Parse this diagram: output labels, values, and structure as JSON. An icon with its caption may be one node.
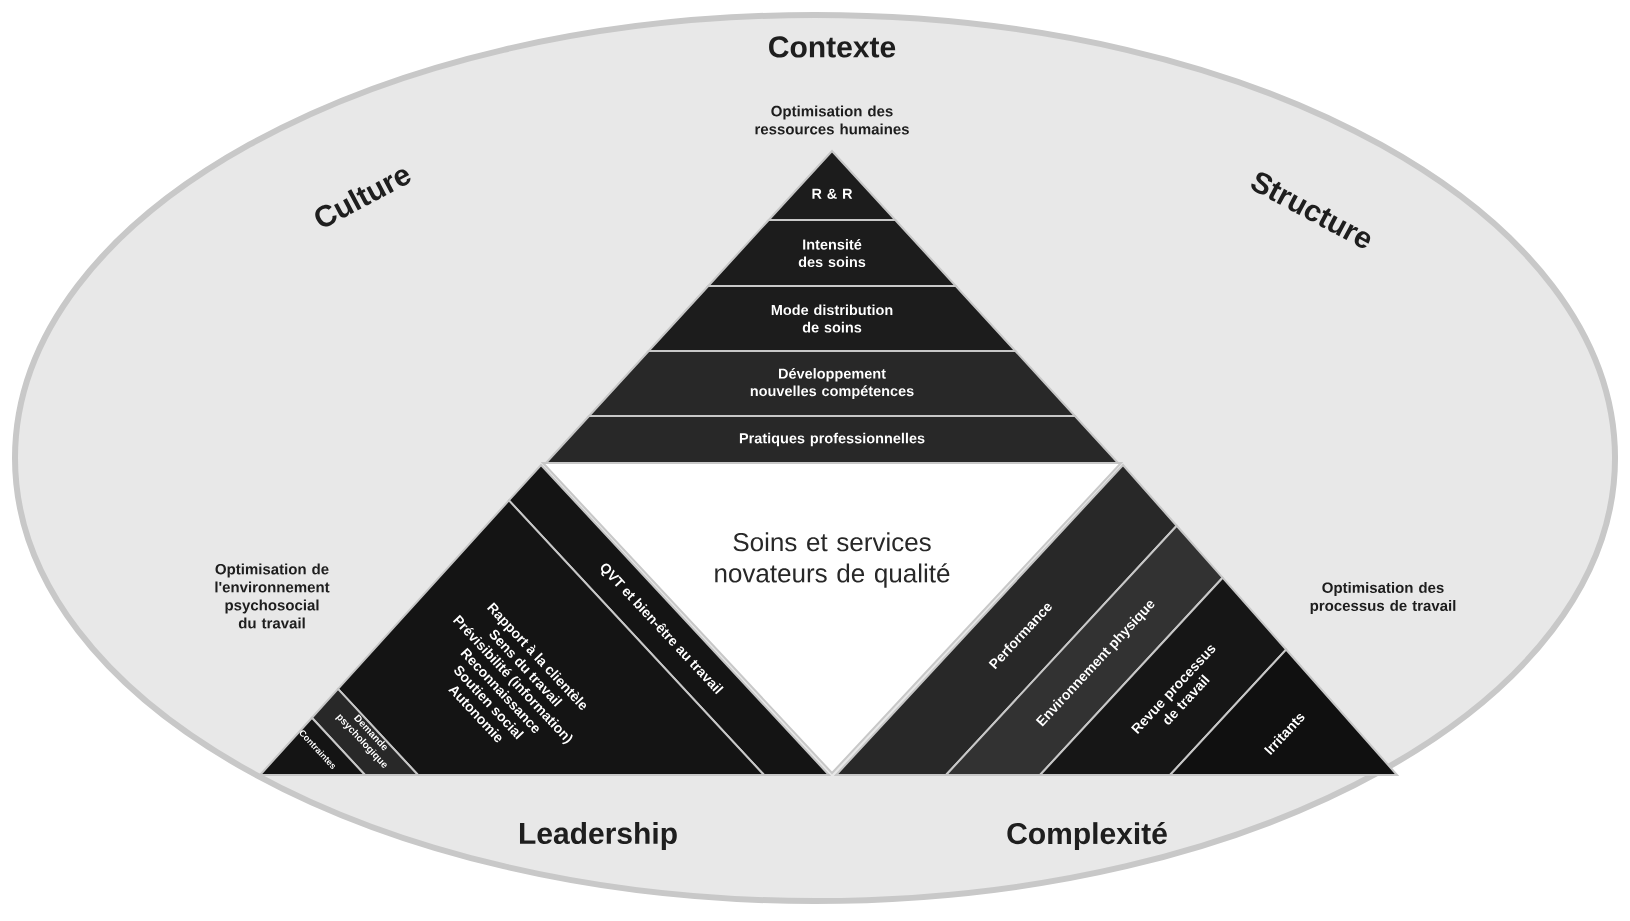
{
  "diagram": {
    "nodes": [
      {
        "text": [
          "R & R"
        ]
      },
      {
        "text": [
          "Intensité des soins"
        ]
      },
      {
        "text": [
          "Mode distribution de soins"
        ]
      },
      {
        "text": [
          "Développement nouvelles compétences"
        ]
      },
      {
        "text": [
          "Pratiques professionnelles"
        ]
      },
      {
        "text": [
          "QVT et bien-être au travail"
        ]
      },
      {
        "text": [
          "Rapport à la clientèle",
          "Sens du travail",
          "Prévisibilité (information)",
          "Reconnaissance",
          "Soutien social",
          "Autonomie"
        ]
      },
      {
        "text": [
          "Demande psychologique"
        ]
      },
      {
        "text": [
          "Contraintes"
        ]
      },
      {
        "text": [
          "Soins et services novateurs de qualité"
        ]
      },
      {
        "text": [
          "Performance"
        ]
      },
      {
        "text": [
          "Environnement physique"
        ]
      },
      {
        "text": [
          "Revue processus de travail"
        ]
      },
      {
        "text": [
          "Irritants"
        ]
      }
    ],
    "labels": [
      "Contexte",
      "Optimisation des ressources humaines",
      "Culture",
      "Structure",
      "Optimisation de l'environnement psychosocial du travail",
      "Optimisation des processus de travail",
      "Leadership",
      "Complexité"
    ]
  }
}
